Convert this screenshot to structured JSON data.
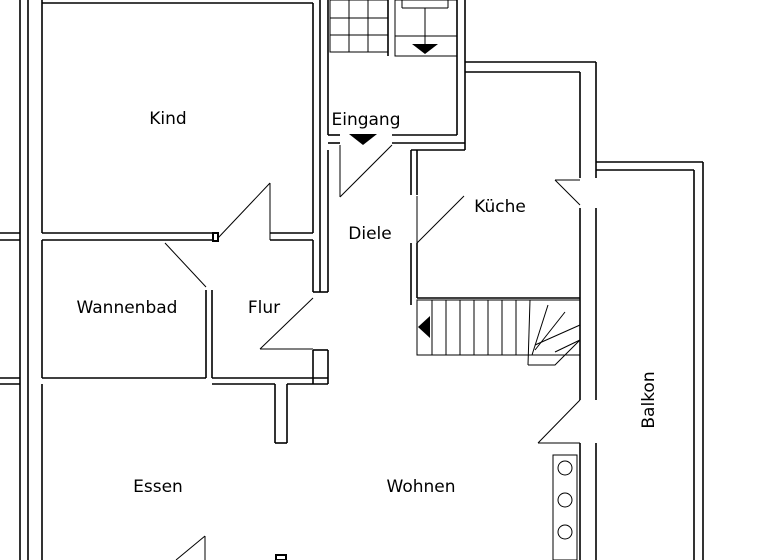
{
  "rooms": {
    "kind": "Kind",
    "eingang": "Eingang",
    "diele": "Diele",
    "kueche": "Küche",
    "wannenbad": "Wannenbad",
    "flur": "Flur",
    "balkon": "Balkon",
    "essen": "Essen",
    "wohnen": "Wohnen"
  },
  "colors": {
    "line": "#000000",
    "background": "#ffffff"
  }
}
